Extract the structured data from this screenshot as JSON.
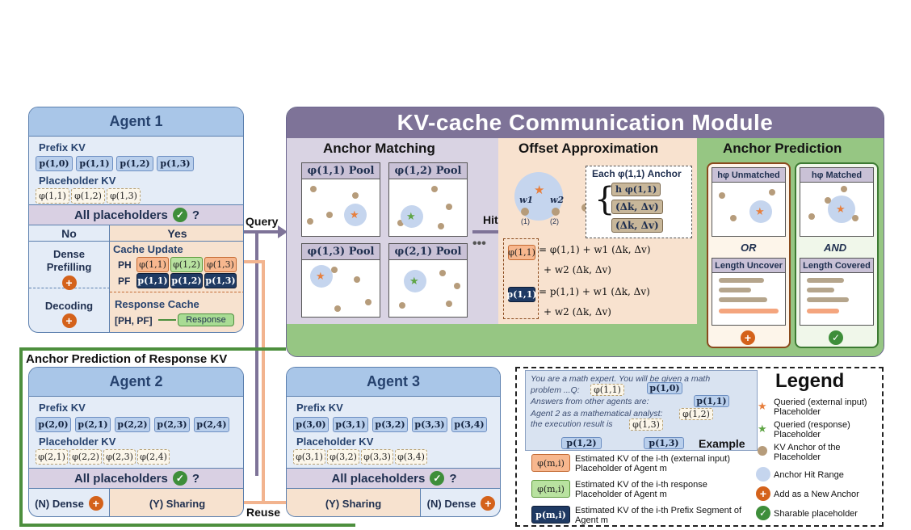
{
  "agent1": {
    "title": "Agent 1",
    "prefix_label": "Prefix KV",
    "prefix_chips": [
      "p(1,0)",
      "p(1,1)",
      "p(1,2)",
      "p(1,3)"
    ],
    "placeholder_label": "Placeholder KV",
    "placeholder_chips": [
      "φ(1,1)",
      "φ(1,2)",
      "φ(1,3)"
    ],
    "all_placeholders": "All placeholders",
    "q": "?",
    "no": "No",
    "yes": "Yes",
    "dense_prefilling": "Dense Prefilling",
    "decoding": "Decoding",
    "cache_update": "Cache Update",
    "ph": "PH",
    "pf": "PF",
    "ph_chips": [
      "φ(1,1)",
      "φ(1,2)",
      "φ(1,3)"
    ],
    "pf_chips": [
      "p(1,1)",
      "p(1,2)",
      "p(1,3)"
    ],
    "response_cache": "Response Cache",
    "ph_pf": "[PH, PF]",
    "response": "Response"
  },
  "agent2": {
    "title": "Agent 2",
    "prefix_label": "Prefix KV",
    "prefix_chips": [
      "p(2,0)",
      "p(2,1)",
      "p(2,2)",
      "p(2,3)",
      "p(2,4)"
    ],
    "placeholder_label": "Placeholder KV",
    "placeholder_chips": [
      "φ(2,1)",
      "φ(2,2)",
      "φ(2,3)",
      "φ(2,4)"
    ],
    "all_placeholders": "All placeholders",
    "q": "?",
    "dense": "(N) Dense",
    "sharing": "(Y) Sharing"
  },
  "agent3": {
    "title": "Agent 3",
    "prefix_label": "Prefix KV",
    "prefix_chips": [
      "p(3,0)",
      "p(3,1)",
      "p(3,2)",
      "p(3,3)",
      "p(3,4)"
    ],
    "placeholder_label": "Placeholder KV",
    "placeholder_chips": [
      "φ(3,1)",
      "φ(3,2)",
      "φ(3,3)",
      "φ(3,4)"
    ],
    "all_placeholders": "All placeholders",
    "q": "?",
    "sharing": "(Y) Sharing",
    "dense": "(N) Dense"
  },
  "labels": {
    "query": "Query",
    "hit": "Hit",
    "reuse": "Reuse",
    "anchor_prediction_of_response": "Anchor Prediction of Response KV"
  },
  "kv_module": {
    "title": "KV-cache Communication Module",
    "anchor_matching": "Anchor Matching",
    "pools": [
      "φ(1,1) Pool",
      "φ(1,2) Pool",
      "φ(1,3) Pool",
      "φ(2,1) Pool"
    ],
    "offset_approximation": "Offset Approximation",
    "each_anchor": "Each φ(1,1) Anchor",
    "h_anchor": "h φ(1,1)",
    "dk_dv": "(Δk, Δv)",
    "w1": "w1",
    "w2": "w2",
    "n1": "(1)",
    "n2": "(2)",
    "phi11": "φ(1,1)",
    "p11": "p(1,1)",
    "eq_phi": "= φ(1,1) + w1 (Δk, Δv)",
    "eq_p": "= p(1,1) + w1 (Δk, Δv)",
    "plus_w2": "+ w2 (Δk, Δv)",
    "anchor_prediction": "Anchor Prediction",
    "h_unmatched": "hφ Unmatched",
    "h_matched": "hφ Matched",
    "or": "OR",
    "and": "AND",
    "length_uncover": "Length Uncover",
    "length_covered": "Length Covered"
  },
  "example": {
    "lines": [
      "You are a math expert. You will be given a math",
      "problem ...Q:",
      "Answers from other agents are:",
      "Agent 2 as a mathematical analyst:",
      "the execution result is"
    ],
    "chips": [
      "φ(1,1)",
      "p(1,0)",
      "p(1,1)",
      "φ(1,2)",
      "φ(1,3)",
      "p(1,2)",
      "p(1,3)"
    ],
    "label": "Example"
  },
  "legend": {
    "title": "Legend",
    "items": [
      "Queried (external input) Placeholder",
      "Queried (response) Placeholder",
      "KV Anchor of the Placeholder",
      "Anchor Hit Range",
      "Add as a New Anchor",
      "Sharable placeholder"
    ],
    "est_ext_chip": "φ(m,i)",
    "est_ext": "Estimated KV of the i-th (external input) Placeholder of Agent m",
    "est_resp_chip": "φ(m,i)",
    "est_resp": "Estimated KV of the i-th response Placeholder of Agent m",
    "est_prefix_chip": "p(m,i)",
    "est_prefix": "Estimated KV of the i-th Prefix Segment of Agent m"
  },
  "colors": {
    "agent_header": "#a9c6e8",
    "module_title": "#7e7398",
    "orange": "#e77f3d",
    "green": "#5fa545",
    "anchor": "#b69c7b"
  }
}
